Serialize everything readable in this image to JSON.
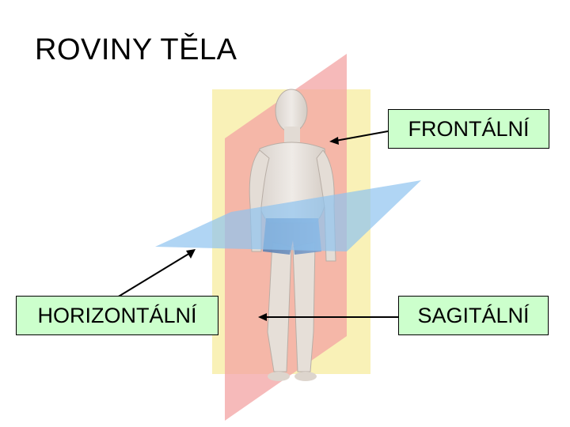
{
  "title": "ROVINY TĚLA",
  "labels": {
    "frontal": "FRONTÁLNÍ",
    "horizontal": "HORIZONTÁLNÍ",
    "sagital": "SAGITÁLNÍ"
  },
  "colors": {
    "frontal_plane": "#f7e8a0",
    "sagittal_plane": "#f2a0a0",
    "horizontal_plane": "#8fc3ef",
    "label_bg": "#ccffcc"
  }
}
